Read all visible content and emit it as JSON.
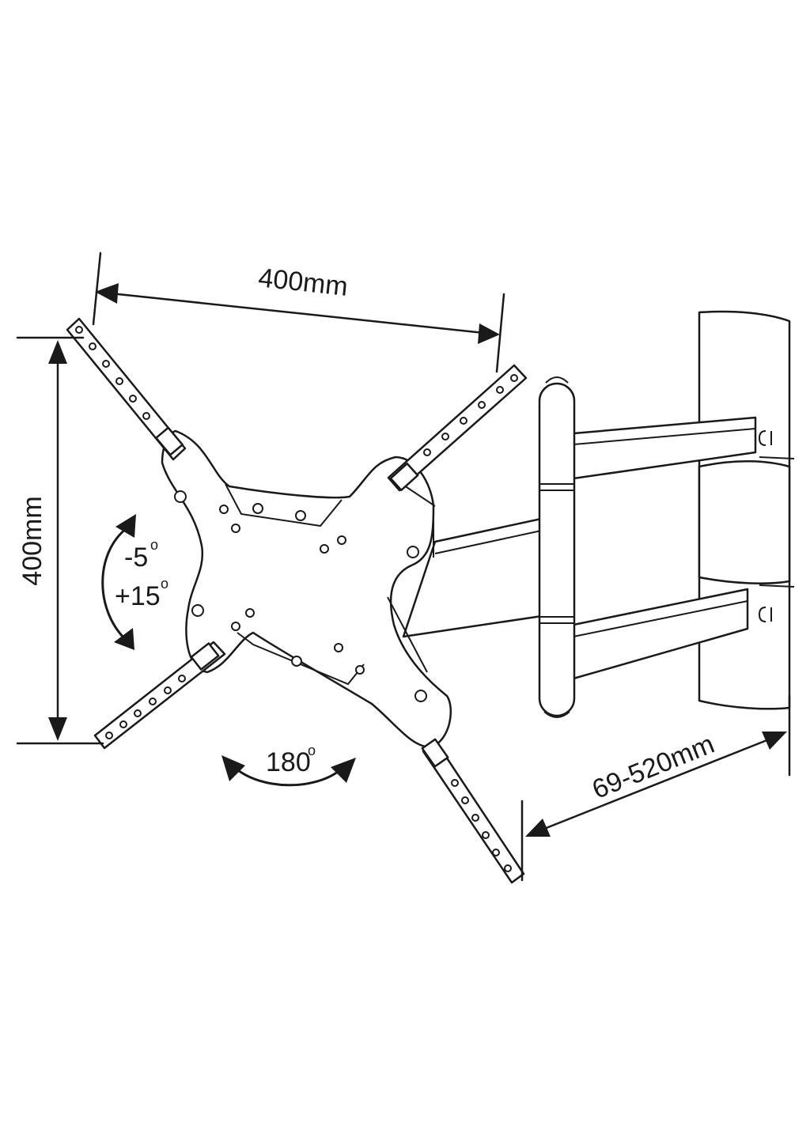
{
  "labels": {
    "width_dimension": "400mm",
    "height_dimension": "400mm",
    "tilt_down": "-5",
    "tilt_up": "+15",
    "tilt_unit": "o",
    "swivel": "180",
    "swivel_unit": "o",
    "extension": "69-520mm"
  },
  "colors": {
    "line": "#1a1a1a",
    "background": "#ffffff"
  }
}
